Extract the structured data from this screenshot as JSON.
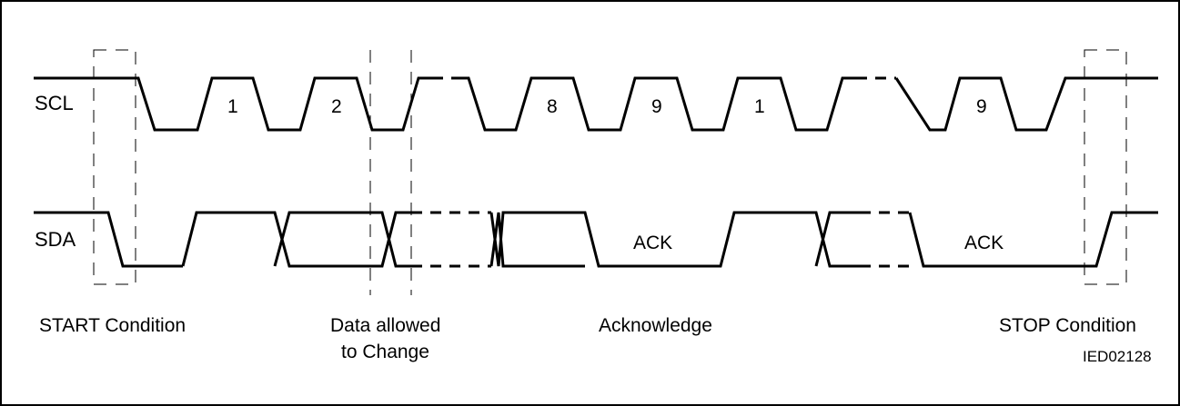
{
  "signals": {
    "scl_label": "SCL",
    "sda_label": "SDA"
  },
  "scl_pulses": [
    "1",
    "2",
    "8",
    "9",
    "1",
    "9"
  ],
  "sda_labels": {
    "ack1": "ACK",
    "ack2": "ACK"
  },
  "captions": {
    "start": "START Condition",
    "data_line1": "Data allowed",
    "data_line2": "to Change",
    "acknowledge": "Acknowledge",
    "stop": "STOP Condition",
    "figure_id": "IED02128"
  }
}
